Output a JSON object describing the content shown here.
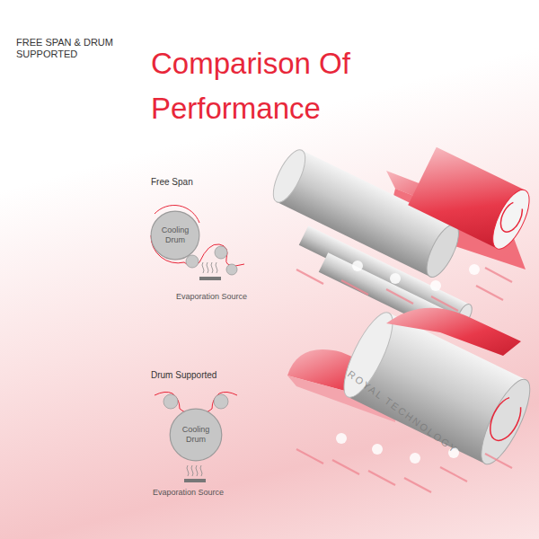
{
  "diagram": {
    "title": "Comparison Of Performance",
    "nodes": [
      {
        "text": [
          "Cooling Drum"
        ]
      },
      {
        "text": [
          "Cooling Drum"
        ]
      }
    ],
    "labels": [
      "FREE SPAN & DRUM SUPPORTED",
      "Free Span",
      "Evaporation Source",
      "Drum Supported",
      "Evaporation Source",
      "ROYAL TECHNOLOGY"
    ]
  }
}
